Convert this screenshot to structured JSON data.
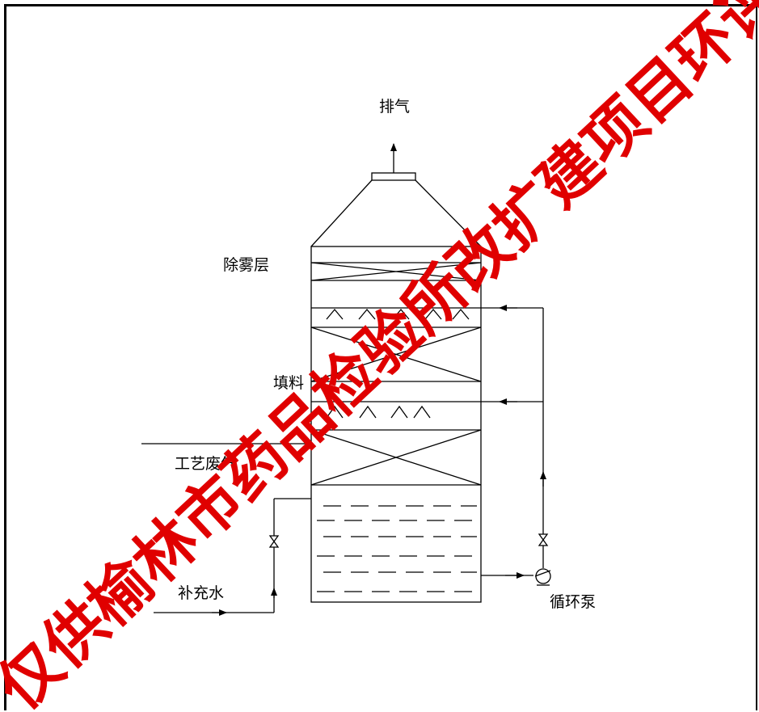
{
  "labels": {
    "exhaust": "排气",
    "demister": "除雾层",
    "packing": "填料",
    "process_gas": "工艺废气",
    "makeup_water": "补充水",
    "circulation_pump": "循环泵"
  },
  "watermark": {
    "text": "仅供榆林市药品检验所改扩建项目环评",
    "color": "#e00000"
  },
  "colors": {
    "line": "#000000",
    "background": "#ffffff"
  }
}
